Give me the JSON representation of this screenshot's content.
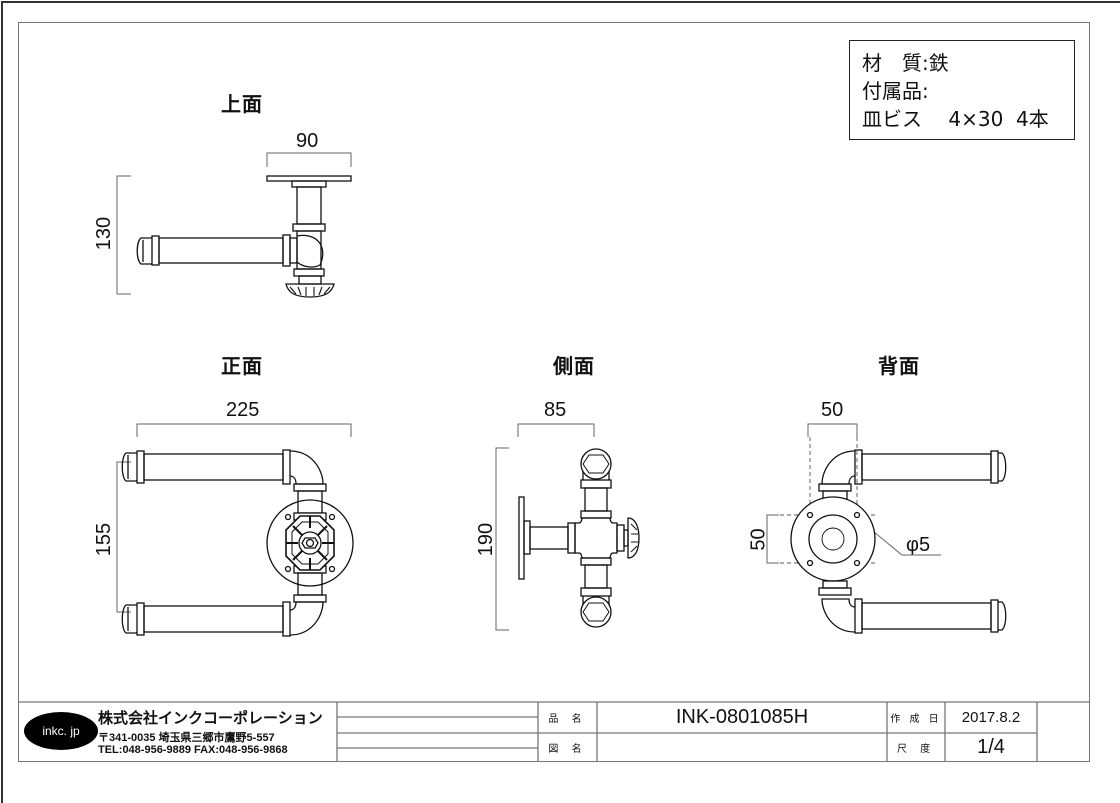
{
  "specs": {
    "material_label": "材　質",
    "material_value": "鉄",
    "accessories_label": "付属品",
    "accessories_value": "",
    "screw_label": "皿ビス",
    "screw_size": "4×30",
    "screw_qty": "4本"
  },
  "views": {
    "top": {
      "label": "上面",
      "width_dim": "90",
      "height_dim": "130"
    },
    "front": {
      "label": "正面",
      "width_dim": "225",
      "height_dim": "155"
    },
    "side": {
      "label": "側面",
      "width_dim": "85",
      "height_dim": "190"
    },
    "back": {
      "label": "背面",
      "width_dim": "50",
      "height_dim": "50",
      "hole_dim": "φ5"
    }
  },
  "title_block": {
    "logo_text": "inkc. jp",
    "company": "株式会社インクコーポレーション",
    "address": "〒341-0035 埼玉県三郷市鷹野5-557",
    "contact": "TEL:048-956-9889  FAX:048-956-9868",
    "product_name_label": "品 名",
    "product_name": "INK-0801085H",
    "drawing_name_label": "図 名",
    "drawing_name": "",
    "date_label": "作 成 日",
    "date": "2017.8.2",
    "scale_label": "尺 度",
    "scale": "1/4"
  }
}
